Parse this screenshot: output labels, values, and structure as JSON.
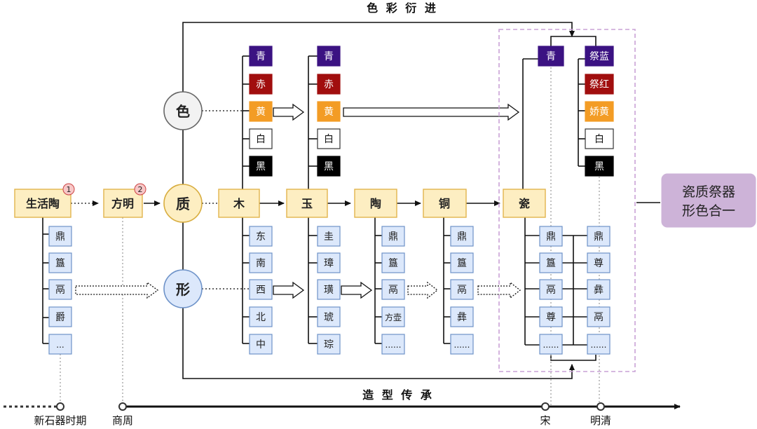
{
  "top_label": "色 彩 衍 进",
  "bottom_label": "造 型 传 承",
  "result": {
    "line1": "瓷质祭器",
    "line2": "形色合一"
  },
  "circles": {
    "se": "色",
    "zhi": "质",
    "xing": "形"
  },
  "early": {
    "shenghuotao": "生活陶",
    "badge1": "1",
    "fangming": "方明",
    "badge2": "2",
    "items": [
      "鼎",
      "簋",
      "鬲",
      "爵",
      "..."
    ]
  },
  "materials": {
    "mu": "木",
    "yu": "玉",
    "tao": "陶",
    "tong": "铜",
    "ci": "瓷"
  },
  "colors_mu": [
    "青",
    "赤",
    "黄",
    "白",
    "黑"
  ],
  "colors_yu": [
    "青",
    "赤",
    "黄",
    "白",
    "黑"
  ],
  "colors_ci": {
    "qing": "青",
    "items": [
      "祭蓝",
      "祭红",
      "娇黄",
      "白",
      "黑"
    ]
  },
  "shapes_mu": [
    "东",
    "南",
    "西",
    "北",
    "中"
  ],
  "shapes_yu": [
    "圭",
    "璋",
    "璜",
    "琥",
    "琮"
  ],
  "shapes_tao": [
    "鼎",
    "簋",
    "鬲",
    "方壶",
    "......"
  ],
  "shapes_tong": [
    "鼎",
    "簋",
    "鬲",
    "彝",
    "......"
  ],
  "shapes_song": [
    "鼎",
    "簋",
    "鬲",
    "尊",
    "......"
  ],
  "shapes_ming": [
    "鼎",
    "尊",
    "彝",
    "鬲",
    "......"
  ],
  "timeline": [
    "新石器时期",
    "商周",
    "宋",
    "明清"
  ],
  "colors": {
    "qing": "#3b1282",
    "chi": "#a10e0e",
    "huang": "#f39c25",
    "bai": "#ffffff",
    "hei": "#000000",
    "material_fill": "#fdeec2",
    "material_stroke": "#e2b44d",
    "shape_fill": "#dce8fb",
    "shape_stroke": "#6e93c9",
    "result_fill": "#cdb3d8",
    "dashed_frame": "#c9a2d6"
  }
}
